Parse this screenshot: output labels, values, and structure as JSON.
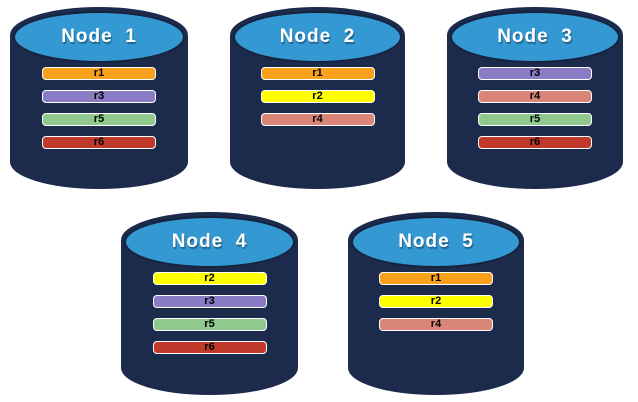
{
  "canvas": {
    "background": "#FFFFFF"
  },
  "colors": {
    "canvas_bg": "#FFFFFF",
    "cylinder_body": "#1C2A4B",
    "cylinder_outline": "#16233F",
    "cylinder_top": "#3499D3",
    "title_text": "#FFFFFF",
    "bar_text": "#000000",
    "bar_border": "#FFFFFF"
  },
  "replica_colors": {
    "r1": "#F9A11B",
    "r2": "#FFFF00",
    "r3": "#8A7CC4",
    "r4": "#D98578",
    "r5": "#90C98E",
    "r6": "#C0392B"
  },
  "nodes": [
    {
      "title": "Node  1",
      "replicas": [
        "r1",
        "r3",
        "r5",
        "r6"
      ]
    },
    {
      "title": "Node  2",
      "replicas": [
        "r1",
        "r2",
        "r4"
      ]
    },
    {
      "title": "Node  3",
      "replicas": [
        "r3",
        "r4",
        "r5",
        "r6"
      ]
    },
    {
      "title": "Node  4",
      "replicas": [
        "r2",
        "r3",
        "r5",
        "r6"
      ]
    },
    {
      "title": "Node  5",
      "replicas": [
        "r1",
        "r2",
        "r4"
      ]
    }
  ]
}
